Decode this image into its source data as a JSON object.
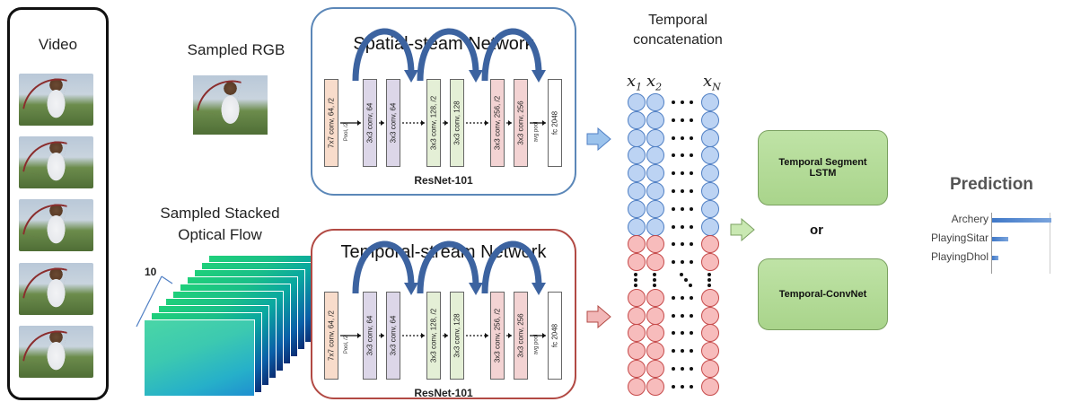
{
  "video": {
    "title": "Video"
  },
  "sampled_rgb": {
    "title": "Sampled RGB"
  },
  "optical_flow": {
    "title_line1": "Sampled Stacked",
    "title_line2": "Optical Flow",
    "stack_count": "10"
  },
  "spatial_network": {
    "title": "Spatial-steam Network",
    "backbone": "ResNet-101",
    "layers": [
      "7x7 conv, 64, /2",
      "3x3 conv, 64",
      "3x3 conv, 64",
      "3x3 conv, 128, /2",
      "3x3 conv, 128",
      "3x3 conv, 256, /2",
      "3x3 conv, 256",
      "fc 2048"
    ],
    "pool_label": "Pool, /2",
    "avg_pool_label": "avg pool",
    "border_color": "#5b87b8"
  },
  "temporal_network": {
    "title": "Temporal-stream Network",
    "backbone": "ResNet-101",
    "layers": [
      "7x7 conv, 64, /2",
      "3x3 conv, 64",
      "3x3 conv, 64",
      "3x3 conv, 128, /2",
      "3x3 conv, 128",
      "3x3 conv, 256, /2",
      "3x3 conv, 256",
      "fc 2048"
    ],
    "pool_label": "Pool, /2",
    "avg_pool_label": "avg pool",
    "border_color": "#b24a44"
  },
  "concatenation": {
    "title_line1": "Temporal",
    "title_line2": "concatenation",
    "x1": "x",
    "x1_sub": "1",
    "x2": "x",
    "x2_sub": "2",
    "xn": "x",
    "xn_sub": "N"
  },
  "models": {
    "lstm_line1": "Temporal Segment",
    "lstm_line2": "LSTM",
    "or": "or",
    "convnet": "Temporal-ConvNet"
  },
  "prediction": {
    "title": "Prediction",
    "classes": [
      {
        "label": "Archery",
        "score": 1.0
      },
      {
        "label": "PlayingSitar",
        "score": 0.28
      },
      {
        "label": "PlayingDhol",
        "score": 0.1
      }
    ]
  }
}
